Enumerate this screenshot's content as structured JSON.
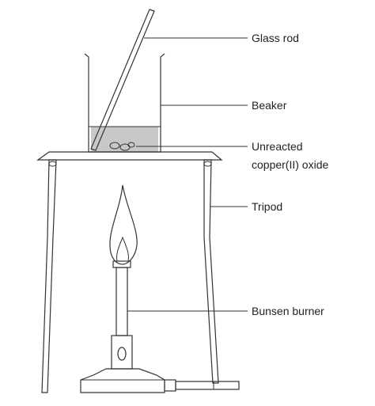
{
  "labels": {
    "glass_rod": "Glass rod",
    "beaker": "Beaker",
    "unreacted_line1": "Unreacted",
    "unreacted_line2": "copper(II) oxide",
    "tripod": "Tripod",
    "bunsen_burner": "Bunsen burner"
  },
  "colors": {
    "outline": "#333333",
    "liquid": "#c8c8c8",
    "text": "#222222"
  }
}
